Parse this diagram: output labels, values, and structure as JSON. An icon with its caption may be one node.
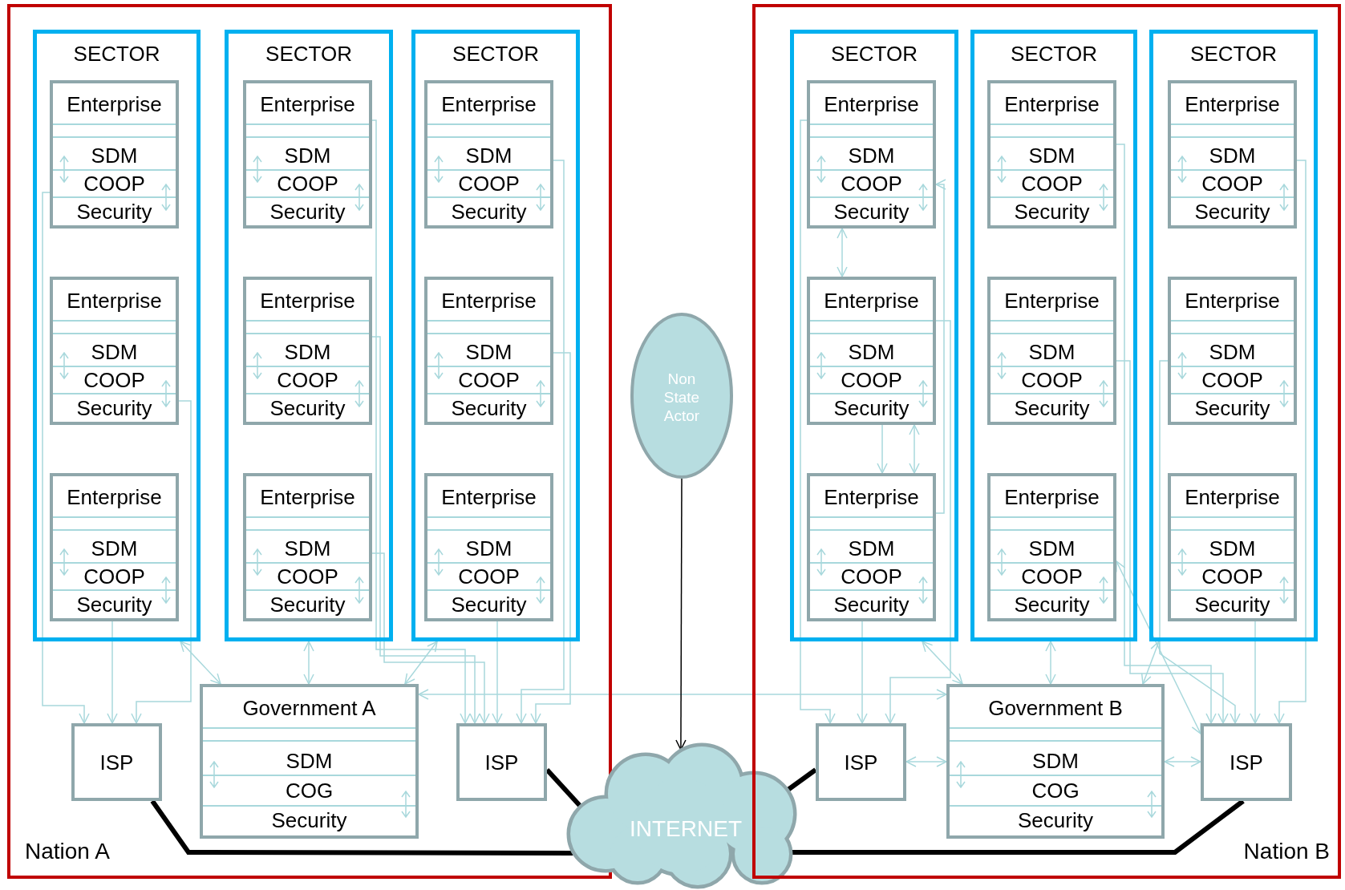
{
  "diagram": {
    "nodes": [
      {
        "text": [
          "Nation A"
        ]
      },
      {
        "text": [
          "SECTOR"
        ],
        "in": 0
      },
      {
        "text": [
          "Enterprise",
          "SDM",
          "COOP",
          "Security"
        ],
        "in": 1
      },
      {
        "text": [
          "Enterprise",
          "SDM",
          "COOP",
          "Security"
        ],
        "in": 1
      },
      {
        "text": [
          "Enterprise",
          "SDM",
          "COOP",
          "Security"
        ],
        "in": 1
      },
      {
        "text": [
          "SECTOR"
        ],
        "in": 0
      },
      {
        "text": [
          "Enterprise",
          "SDM",
          "COOP",
          "Security"
        ],
        "in": 5
      },
      {
        "text": [
          "Enterprise",
          "SDM",
          "COOP",
          "Security"
        ],
        "in": 5
      },
      {
        "text": [
          "Enterprise",
          "SDM",
          "COOP",
          "Security"
        ],
        "in": 5
      },
      {
        "text": [
          "SECTOR"
        ],
        "in": 0
      },
      {
        "text": [
          "Enterprise",
          "SDM",
          "COOP",
          "Security"
        ],
        "in": 9
      },
      {
        "text": [
          "Enterprise",
          "SDM",
          "COOP",
          "Security"
        ],
        "in": 9
      },
      {
        "text": [
          "Enterprise",
          "SDM",
          "COOP",
          "Security"
        ],
        "in": 9
      },
      {
        "text": [
          "Government A",
          "SDM",
          "COG",
          "Security"
        ],
        "in": 0
      },
      {
        "text": [
          "ISP"
        ],
        "in": 0
      },
      {
        "text": [
          "ISP"
        ],
        "in": 0
      },
      {
        "text": [
          "Non State Actor"
        ]
      },
      {
        "text": [
          "INTERNET"
        ]
      },
      {
        "text": [
          "Nation B"
        ]
      },
      {
        "text": [
          "SECTOR"
        ],
        "in": 18
      },
      {
        "text": [
          "Enterprise",
          "SDM",
          "COOP",
          "Security"
        ],
        "in": 19
      },
      {
        "text": [
          "Enterprise",
          "SDM",
          "COOP",
          "Security"
        ],
        "in": 19
      },
      {
        "text": [
          "Enterprise",
          "SDM",
          "COOP",
          "Security"
        ],
        "in": 19
      },
      {
        "text": [
          "SECTOR"
        ],
        "in": 18
      },
      {
        "text": [
          "Enterprise",
          "SDM",
          "COOP",
          "Security"
        ],
        "in": 23
      },
      {
        "text": [
          "Enterprise",
          "SDM",
          "COOP",
          "Security"
        ],
        "in": 23
      },
      {
        "text": [
          "Enterprise",
          "SDM",
          "COOP",
          "Security"
        ],
        "in": 23
      },
      {
        "text": [
          "SECTOR"
        ],
        "in": 18
      },
      {
        "text": [
          "Enterprise",
          "SDM",
          "COOP",
          "Security"
        ],
        "in": 27
      },
      {
        "text": [
          "Enterprise",
          "SDM",
          "COOP",
          "Security"
        ],
        "in": 27
      },
      {
        "text": [
          "Enterprise",
          "SDM",
          "COOP",
          "Security"
        ],
        "in": 27
      },
      {
        "text": [
          "Government B",
          "SDM",
          "COG",
          "Security"
        ],
        "in": 18
      },
      {
        "text": [
          "ISP"
        ],
        "in": 18
      },
      {
        "text": [
          "ISP"
        ],
        "in": 18
      }
    ],
    "edges": [
      {
        "from": 2,
        "to": 14,
        "arrow": "to"
      },
      {
        "from": 3,
        "to": 14,
        "arrow": "to"
      },
      {
        "from": 4,
        "to": 14,
        "arrow": "to"
      },
      {
        "from": 1,
        "to": 13,
        "arrow": "both"
      },
      {
        "from": 5,
        "to": 13,
        "arrow": "both"
      },
      {
        "from": 9,
        "to": 13,
        "arrow": "both"
      },
      {
        "from": 6,
        "to": 15,
        "arrow": "to"
      },
      {
        "from": 7,
        "to": 15,
        "arrow": "to"
      },
      {
        "from": 8,
        "to": 15,
        "arrow": "to"
      },
      {
        "from": 10,
        "to": 15,
        "arrow": "to"
      },
      {
        "from": 11,
        "to": 15,
        "arrow": "to"
      },
      {
        "from": 12,
        "to": 15,
        "arrow": "to"
      },
      {
        "from": 13,
        "to": 31,
        "arrow": "both"
      },
      {
        "from": 16,
        "to": 17,
        "arrow": "to",
        "color": "#000000"
      },
      {
        "from": 14,
        "to": 17,
        "arrow": "none",
        "style": "thick",
        "color": "#000000"
      },
      {
        "from": 15,
        "to": 17,
        "arrow": "none",
        "style": "thick",
        "color": "#000000"
      },
      {
        "from": 32,
        "to": 17,
        "arrow": "none",
        "style": "thick",
        "color": "#000000"
      },
      {
        "from": 33,
        "to": 17,
        "arrow": "none",
        "style": "thick",
        "color": "#000000"
      },
      {
        "from": 20,
        "to": 21,
        "arrow": "both"
      },
      {
        "from": 22,
        "to": 20,
        "arrow": "to"
      },
      {
        "from": 21,
        "to": 22,
        "arrow": "to"
      },
      {
        "from": 21,
        "to": 22,
        "arrow": "both"
      },
      {
        "from": 20,
        "to": 32,
        "arrow": "to"
      },
      {
        "from": 21,
        "to": 32,
        "arrow": "to"
      },
      {
        "from": 22,
        "to": 32,
        "arrow": "to"
      },
      {
        "from": 19,
        "to": 31,
        "arrow": "both"
      },
      {
        "from": 23,
        "to": 31,
        "arrow": "both"
      },
      {
        "from": 27,
        "to": 31,
        "arrow": "both"
      },
      {
        "from": 32,
        "to": 31,
        "arrow": "both"
      },
      {
        "from": 31,
        "to": 33,
        "arrow": "both"
      },
      {
        "from": 24,
        "to": 33,
        "arrow": "to"
      },
      {
        "from": 25,
        "to": 33,
        "arrow": "to"
      },
      {
        "from": 26,
        "to": 33,
        "arrow": "both"
      },
      {
        "from": 28,
        "to": 33,
        "arrow": "to"
      },
      {
        "from": 29,
        "to": 33,
        "arrow": "to"
      },
      {
        "from": 30,
        "to": 33,
        "arrow": "to"
      }
    ]
  }
}
